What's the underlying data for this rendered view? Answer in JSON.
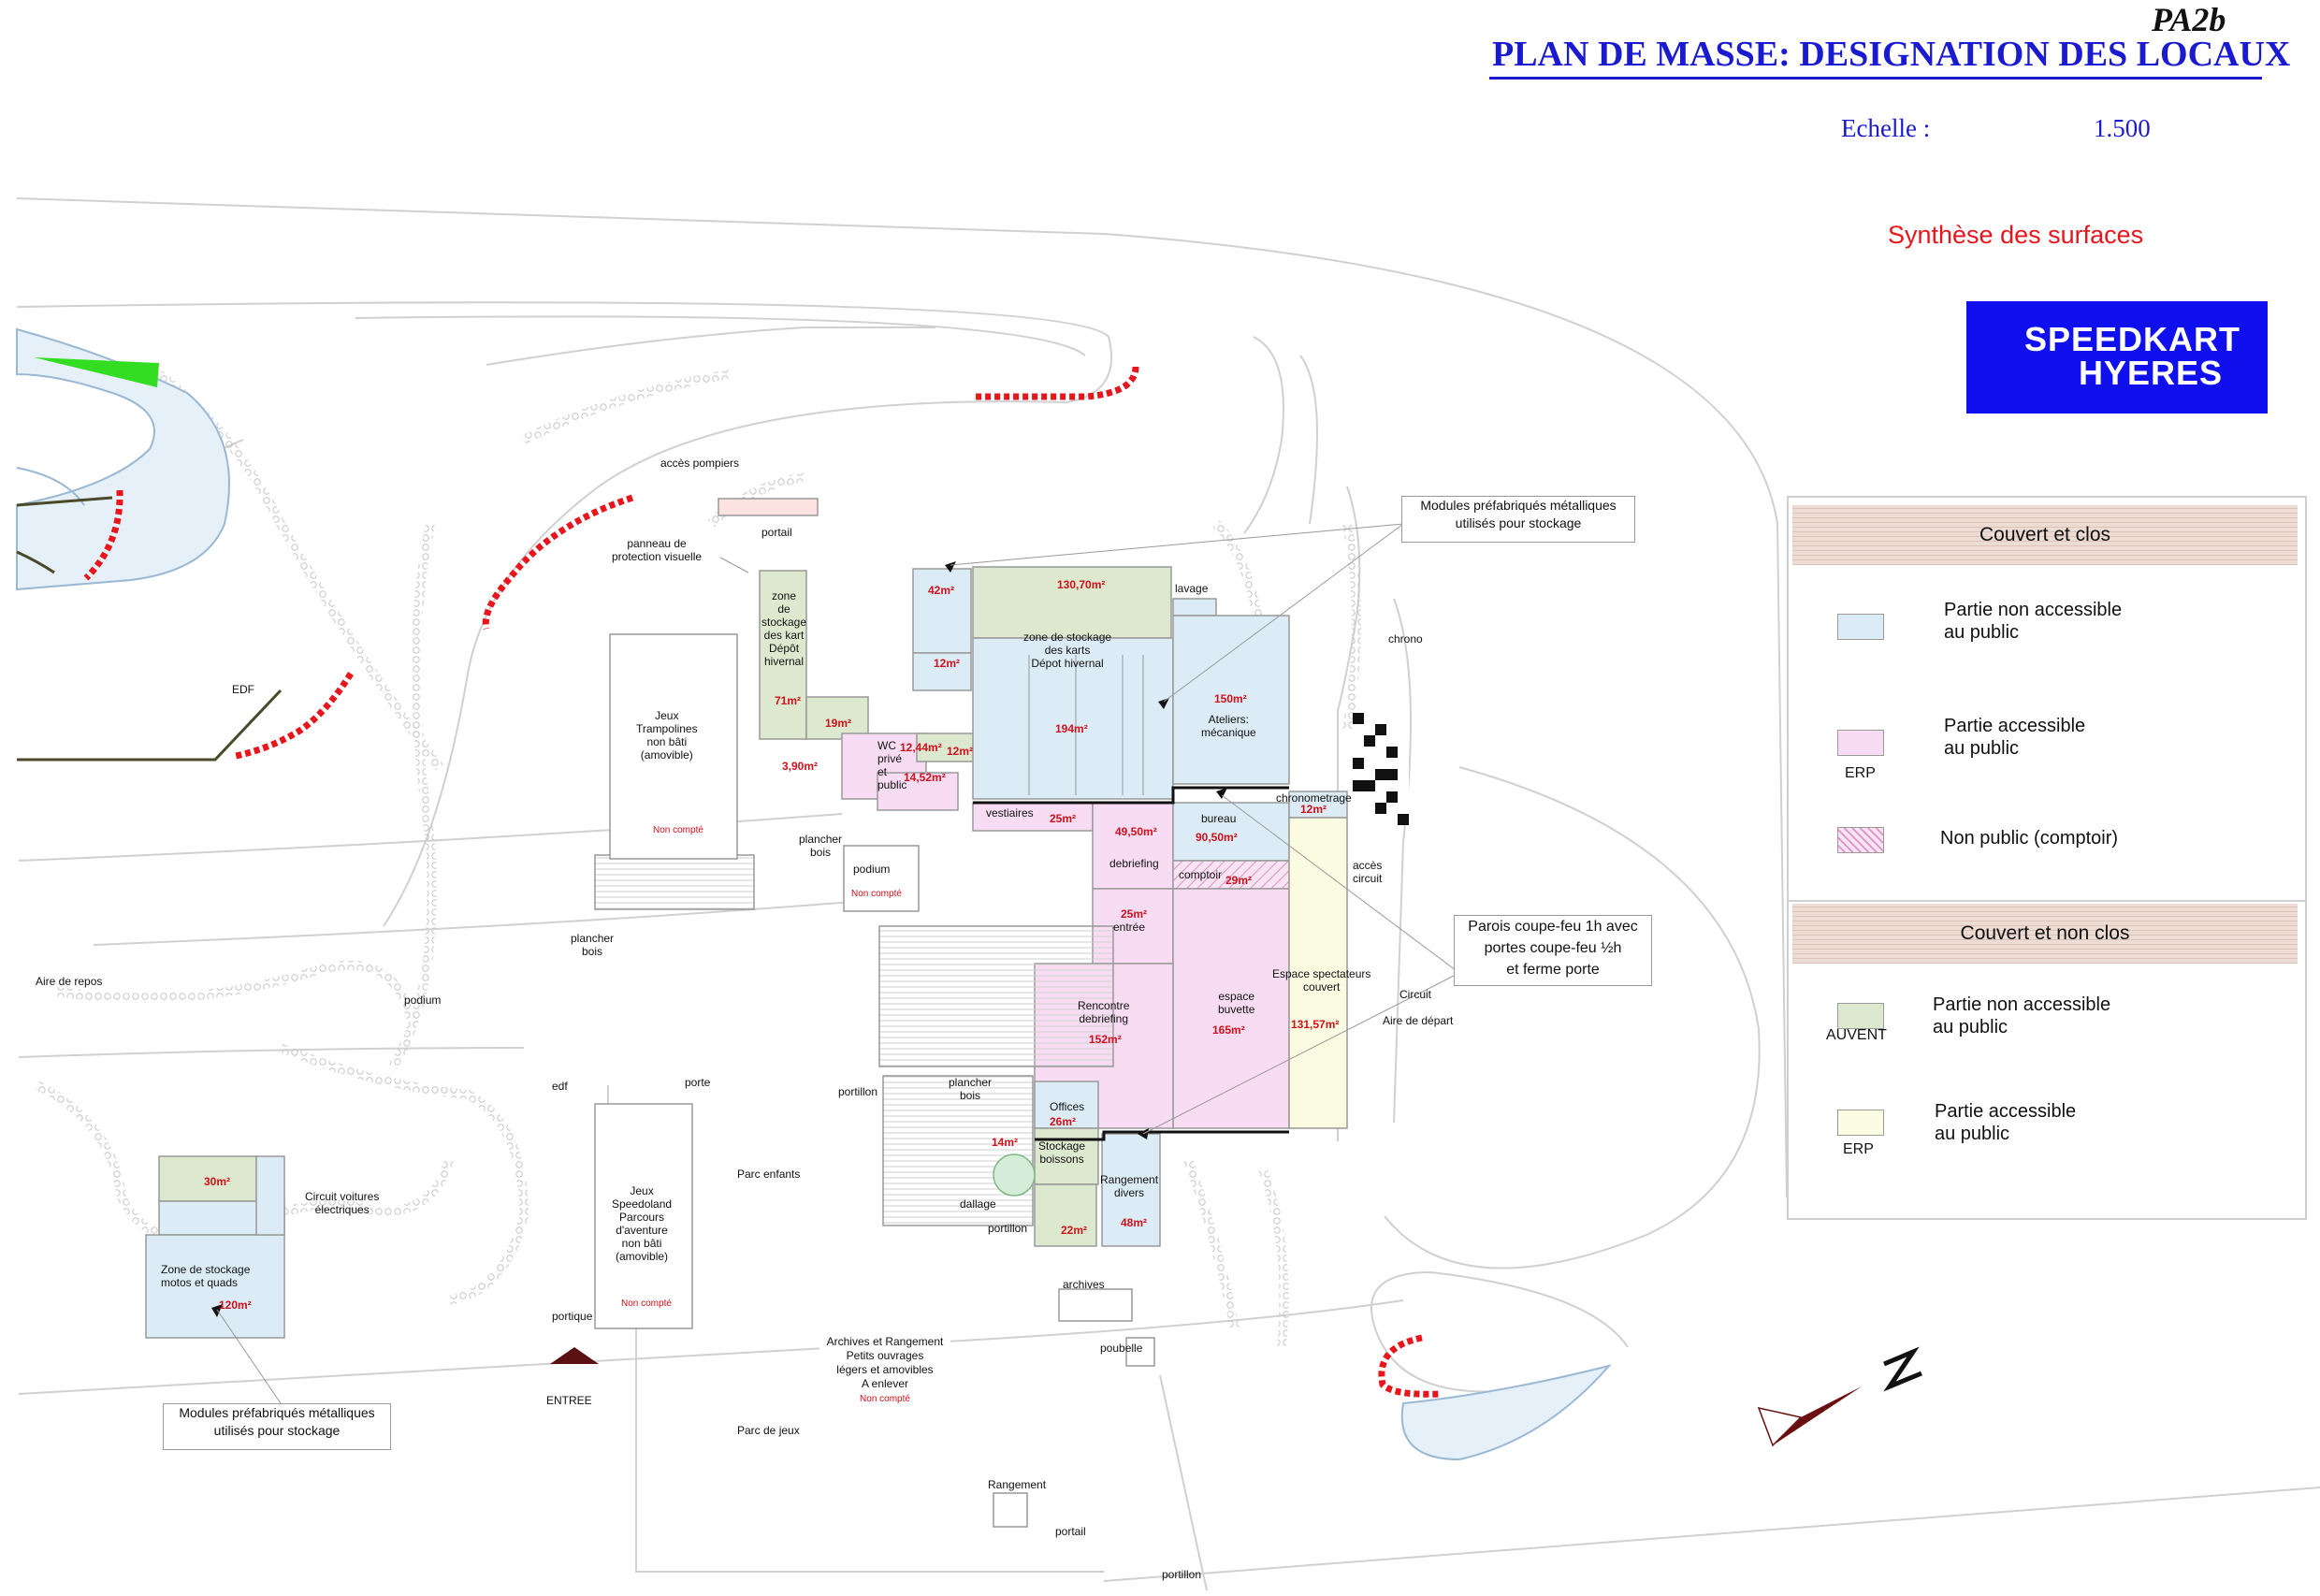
{
  "header": {
    "sheet_id": "PA2b",
    "title": "PLAN DE MASSE: DESIGNATION DES LOCAUX",
    "scale_label": "Echelle :",
    "scale_value": "1.500",
    "synthese": "Synthèse des surfaces",
    "brand_line1": "SPEEDKART",
    "brand_line2": "HYERES"
  },
  "colors": {
    "title_blue": "#1a1ad0",
    "brand_blue": "#1010ee",
    "area_red": "#d0101a",
    "public_inaccessible": "#dcecf6",
    "erp_accessible": "#f8dcf4",
    "counter": "#f4c8e4",
    "awning": "#dde9cf",
    "awning_erp": "#fafbe0",
    "vibreur_red": "#e8161c"
  },
  "legend": {
    "section1": "Couvert et clos",
    "item1": "Partie non accessible\nau public",
    "item2": "Partie accessible\nau public",
    "item2_tag": "ERP",
    "item3": "Non public (comptoir)",
    "section2": "Couvert et non clos",
    "item4": "Partie non accessible\nau public",
    "item4_tag": "AUVENT",
    "item5": "Partie accessible\nau public",
    "item5_tag": "ERP"
  },
  "callouts": {
    "modules_top": "Modules préfabriqués métalliques\nutilisés pour stockage",
    "modules_bottom": "Modules préfabriqués métalliques\nutilisés pour stockage",
    "parois": "Parois coupe-feu 1h avec\nportes coupe-feu ½h\net ferme porte",
    "archives": "Archives et Rangement\nPetits ouvrages\nlégers et amovibles\nA enlever",
    "archives_nc": "Non compté"
  },
  "labels": {
    "acces_pompiers": "accès pompiers",
    "portail_top": "portail",
    "panneau": "panneau de\nprotection visuelle",
    "zone_stockage_left": "zone\nde\nstockage\ndes kart\nDépôt\nhivernal",
    "area_71": "71m²",
    "area_19": "19m²",
    "area_390": "3,90m²",
    "wc": "WC\nprivé\net\npublic",
    "area_1244": "12,44m²",
    "area_1452": "14,52m²",
    "area_12a": "12m²",
    "area_42": "42m²",
    "area_12b": "12m²",
    "area_13070": "130,70m²",
    "zone_stockage_main": "zone de stockage\ndes karts\nDépot hivernal",
    "area_194": "194m²",
    "lavage": "lavage",
    "area_150": "150m²",
    "ateliers": "Ateliers:\nmécanique",
    "chrono": "chrono",
    "vestiaires": "vestiaires",
    "area_25a": "25m²",
    "area_4950": "49,50m²",
    "debriefing": "debriefing",
    "bureau": "bureau",
    "area_9050": "90,50m²",
    "chronometrage": "chronometrage",
    "area_12c": "12m²",
    "comptoir": "comptoir",
    "area_29": "29m²",
    "acces_circuit": "accès\ncircuit",
    "area_25b": "25m²",
    "entree": "entrée",
    "rencontre": "Rencontre\ndebriefing",
    "area_152": "152m²",
    "espace_buvette": "espace\nbuvette",
    "area_165": "165m²",
    "espace_spectateurs": "Espace spectateurs\ncouvert",
    "area_13157": "131,57m²",
    "circuit": "Circuit",
    "aire_depart": "Aire  de  départ",
    "offices": "Offices",
    "area_26": "26m²",
    "area_14": "14m²",
    "stockage_boissons": "Stockage\nboissons",
    "rangement_divers": "Rangement\ndivers",
    "area_48": "48m²",
    "area_22": "22m²",
    "dallage": "dallage",
    "portillon_a": "portillon",
    "portillon_b": "portillon",
    "portillon_c": "portillon",
    "plancher_bois_a": "plancher\nbois",
    "plancher_bois_b": "plancher\nbois",
    "plancher_bois_c": "plancher\nbois",
    "podium_a": "podium",
    "podium_nc": "Non compté",
    "podium_b": "podium",
    "trampolines": "Jeux\nTrampolines\nnon bâti\n(amovible)",
    "trampolines_nc": "Non compté",
    "edf_top": "EDF",
    "aire_repos": "Aire de repos",
    "edf_bottom": "edf",
    "porte": "porte",
    "speedoland": "Jeux\nSpeedoland\nParcours\nd'aventure\nnon bâti\n(amovible)",
    "speedoland_nc": "Non compté",
    "parc_enfants": "Parc enfants",
    "circuit_voitures": "Circuit voitures\nélectriques",
    "area_30": "30m²",
    "zone_motos": "Zone de stockage\nmotos et quads",
    "area_120": "120m²",
    "portique": "portique",
    "entree_main": "ENTREE",
    "archives_small": "archives",
    "poubelle": "poubelle",
    "parc_jeux": "Parc de jeux",
    "rangement": "Rangement",
    "portail_bottom": "portail"
  }
}
